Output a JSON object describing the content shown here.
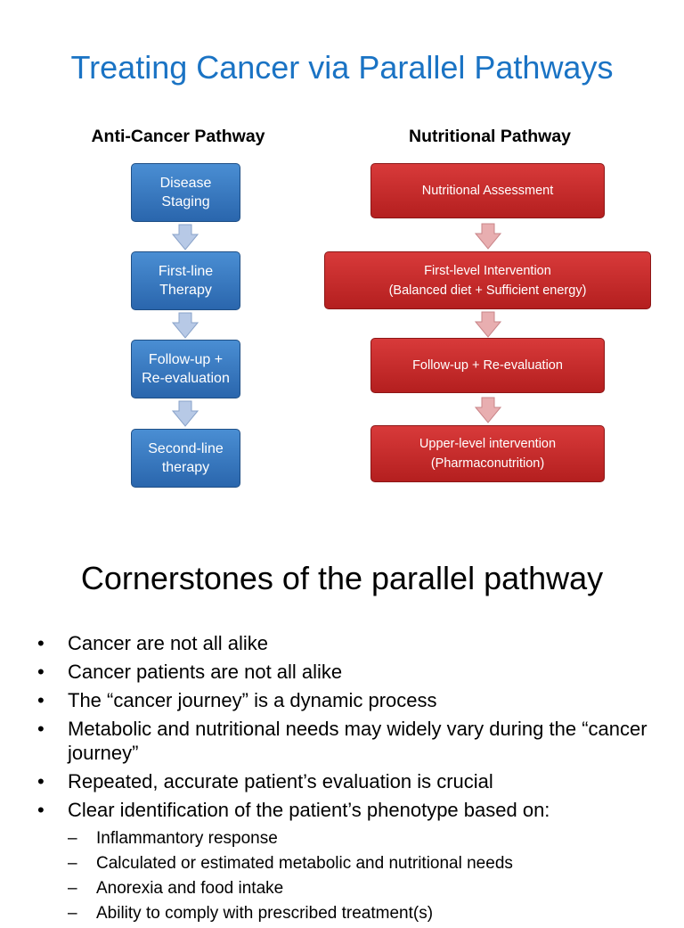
{
  "slide1": {
    "title": "Treating Cancer via Parallel Pathways",
    "anti_cancer": {
      "heading": "Anti-Cancer Pathway",
      "steps": [
        {
          "line1": "Disease",
          "line2": "Staging"
        },
        {
          "line1": "First-line",
          "line2": "Therapy"
        },
        {
          "line1": "Follow-up +",
          "line2": "Re-evaluation"
        },
        {
          "line1": "Second-line",
          "line2": "therapy"
        }
      ]
    },
    "nutritional": {
      "heading": "Nutritional Pathway",
      "steps": [
        {
          "line1": "Nutritional Assessment",
          "line2": ""
        },
        {
          "line1": "First-level Intervention",
          "line2": "(Balanced diet + Sufficient energy)"
        },
        {
          "line1": "Follow-up + Re-evaluation",
          "line2": ""
        },
        {
          "line1": "Upper-level intervention",
          "line2": "(Pharmaconutrition)"
        }
      ]
    },
    "colors": {
      "title": "#1a73c4",
      "blue_box": "#3a7bc4",
      "red_box": "#c62a2a"
    }
  },
  "slide2": {
    "title": "Cornerstones of the parallel pathway",
    "bullets": [
      "Cancer are not all alike",
      "Cancer patients are not all alike",
      "The “cancer journey” is a dynamic process",
      "Metabolic and nutritional needs may widely vary during the “cancer journey”",
      "Repeated, accurate patient’s evaluation is crucial",
      "Clear identification of the patient’s phenotype based on:"
    ],
    "sub_bullets": [
      "Inflammantory response",
      "Calculated or estimated metabolic and nutritional needs",
      "Anorexia and food intake",
      "Ability to comply with prescribed treatment(s)"
    ],
    "bullet_marker": "•",
    "sub_marker": "–"
  }
}
